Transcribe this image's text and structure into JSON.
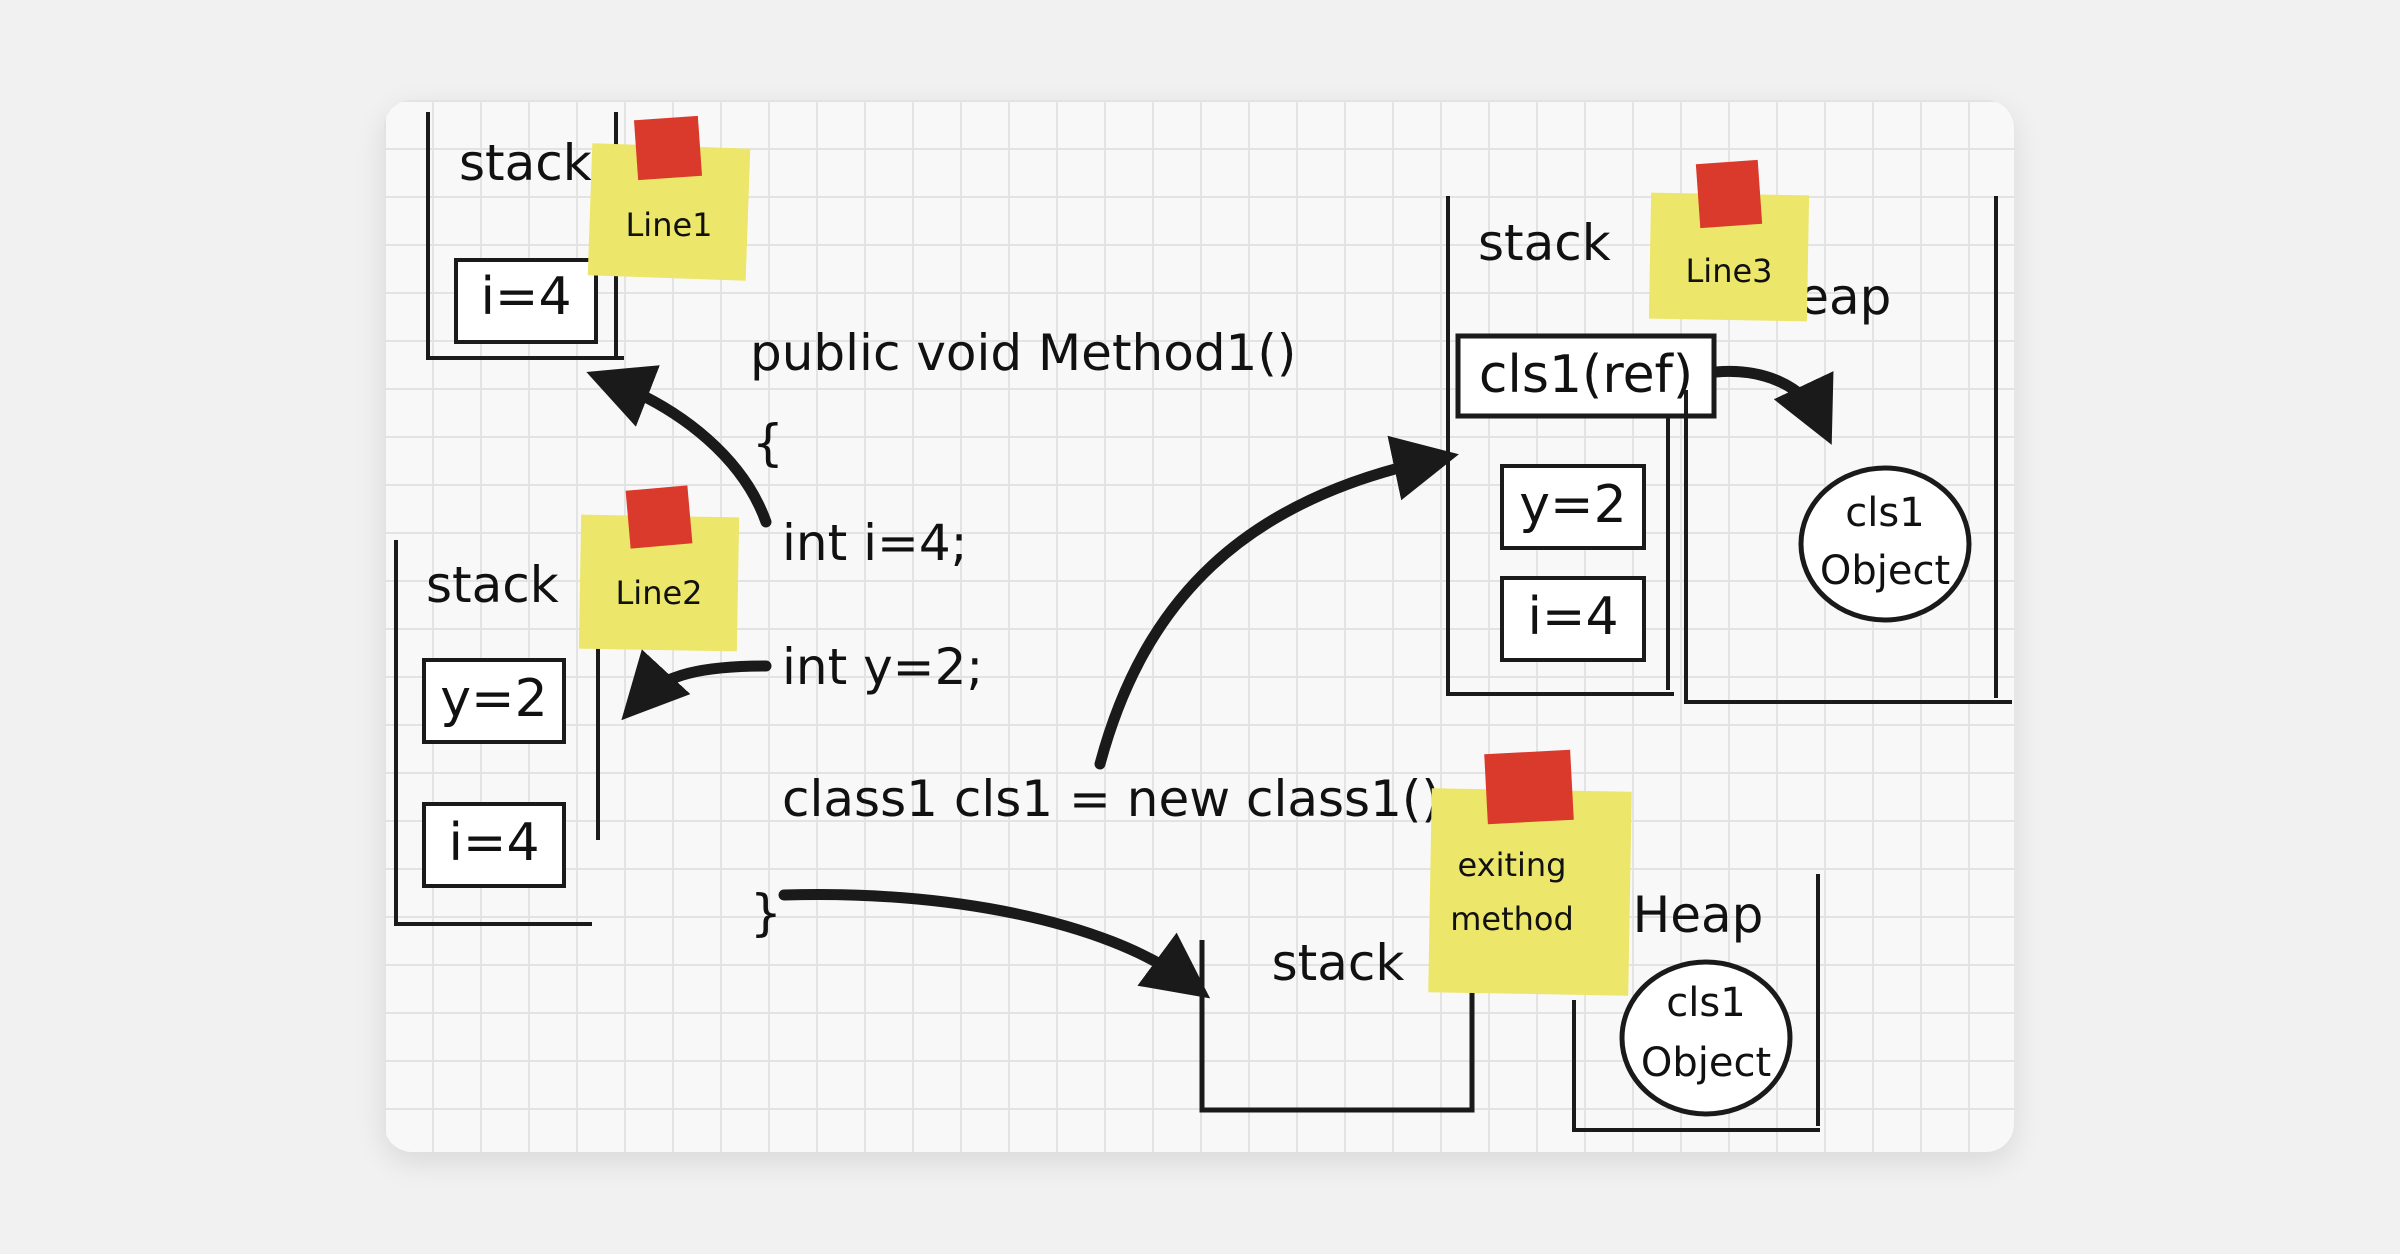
{
  "diagram": {
    "code": {
      "signature": "public void Method1()",
      "open_brace": "{",
      "line1": "int i=4;",
      "line2": "int y=2;",
      "line3": "class1 cls1 = new class1();",
      "close_brace": "}"
    },
    "snapshot1": {
      "stack_label": "stack",
      "note": "Line1",
      "cells": [
        "i=4"
      ]
    },
    "snapshot2": {
      "stack_label": "stack",
      "note": "Line2",
      "cells": [
        "y=2",
        "i=4"
      ]
    },
    "snapshot3": {
      "stack_label": "stack",
      "note": "Line3",
      "cells": [
        "cls1(ref)",
        "y=2",
        "i=4"
      ],
      "heap_label": "Heap",
      "heap_object": [
        "cls1",
        "Object"
      ]
    },
    "snapshot4": {
      "stack_label": "stack",
      "note": [
        "exiting",
        "method"
      ],
      "heap_label": "Heap",
      "heap_object": [
        "cls1",
        "Object"
      ]
    }
  },
  "colors": {
    "note_yellow": "#ece66a",
    "tape_red": "#d93a2b",
    "ink": "#111111",
    "grid": "#e3e3e3"
  }
}
